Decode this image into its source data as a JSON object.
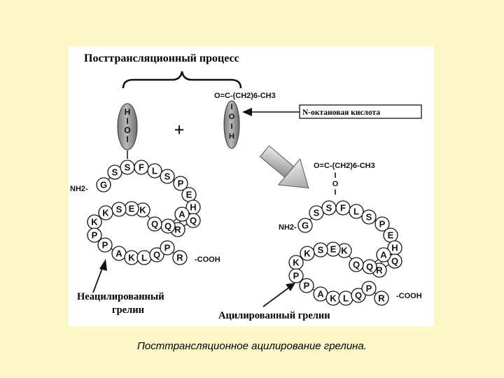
{
  "figure": {
    "title": "Посттрансляционный процесс",
    "plus": "+",
    "acid_formula": "O=C-(CH2)6-CH3",
    "acid_hydroxyl": [
      "I",
      "O",
      "I",
      "H"
    ],
    "serine_group": [
      "H",
      "I",
      "O",
      "I"
    ],
    "acid_label": "N-октановая кислота",
    "nh2": "NH2-",
    "cooh": "-COOH",
    "acyl_formula": "O=C-(CH2)6-CH3",
    "acyl_link": [
      "I",
      "O",
      "I"
    ],
    "unacylated_label": [
      "Неацилированный",
      "грелин"
    ],
    "acylated_label": "Ацилированный грелин",
    "sequence": [
      "G",
      "S",
      "S",
      "F",
      "L",
      "S",
      "P",
      "E",
      "H",
      "Q",
      "R",
      "A",
      "Q",
      "Q",
      "K",
      "E",
      "S",
      "K",
      "K",
      "P",
      "P",
      "A",
      "K",
      "L",
      "Q",
      "P",
      "R"
    ]
  },
  "caption": "Посттрансляционное ацилирование грелина.",
  "colors": {
    "background": "#fbf7c6",
    "oval": "#9a9a9a",
    "arrow_gray": "#b5b5b5"
  }
}
